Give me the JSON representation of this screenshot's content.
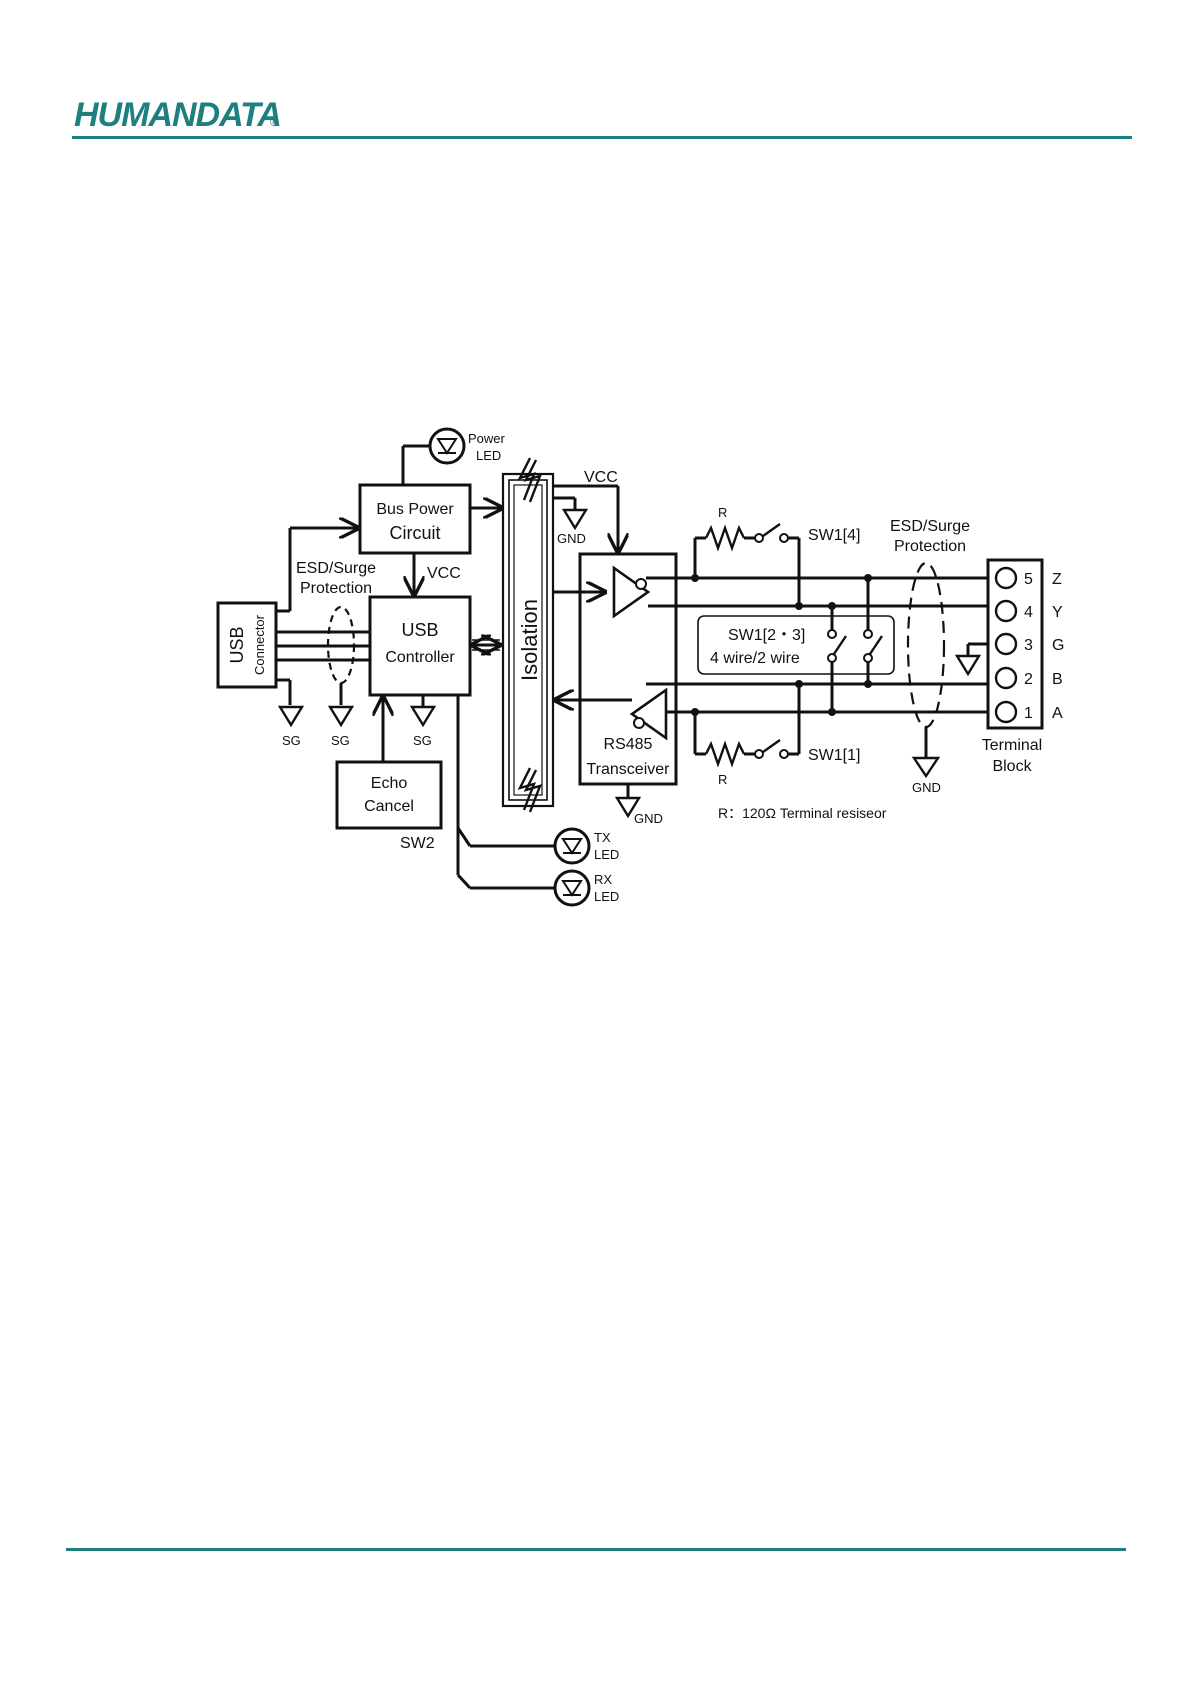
{
  "header": {
    "logo_text": "HUMANDATA",
    "logo_mark": "®",
    "color": "#1e7f7f"
  },
  "diagram": {
    "blocks": {
      "bus_power": [
        "Bus Power",
        "Circuit"
      ],
      "usb_connector": [
        "USB",
        "Connector"
      ],
      "usb_controller": [
        "USB",
        "Controller"
      ],
      "echo_cancel": [
        "Echo",
        "Cancel"
      ],
      "isolation": "Isolation",
      "rs485": [
        "RS485",
        "Transceiver"
      ],
      "sw_box": [
        "SW1[2・3]",
        "4 wire/2 wire"
      ],
      "terminal_block": [
        "Terminal",
        "Block"
      ]
    },
    "labels": {
      "power_led": [
        "Power",
        "LED"
      ],
      "tx_led": [
        "TX",
        "LED"
      ],
      "rx_led": [
        "RX",
        "LED"
      ],
      "vcc": "VCC",
      "gnd": "GND",
      "sg": "SG",
      "sw2": "SW2",
      "esd_left": [
        "ESD/Surge",
        "Protection"
      ],
      "esd_right": [
        "ESD/Surge",
        "Protection"
      ],
      "r": "R",
      "sw1_4": "SW1[4]",
      "sw1_1": "SW1[1]",
      "r_note": "R：120Ω  Terminal resiseor"
    },
    "terminals": [
      {
        "num": "5",
        "name": "Z"
      },
      {
        "num": "4",
        "name": "Y"
      },
      {
        "num": "3",
        "name": "G"
      },
      {
        "num": "2",
        "name": "B"
      },
      {
        "num": "1",
        "name": "A"
      }
    ]
  }
}
